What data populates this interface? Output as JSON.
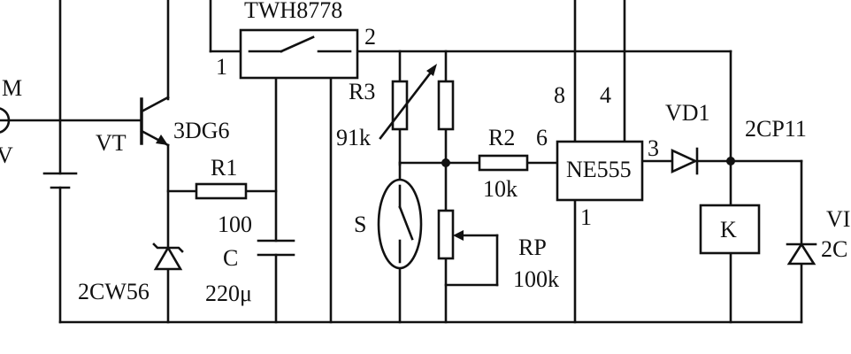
{
  "labels": {
    "twh": "TWH8778",
    "twh_pin1": "1",
    "twh_pin2": "2",
    "m_partial": "M",
    "v_partial": "V",
    "vt": "VT",
    "vt_model": "3DG6",
    "r1": "R1",
    "r1_value": "100",
    "c": "C",
    "c_value": "220μ",
    "zener": "2CW56",
    "r3": "R3",
    "r3_value": "91k",
    "s": "S",
    "r2": "R2",
    "r2_value": "10k",
    "pin8": "8",
    "pin4": "4",
    "pin6": "6",
    "pin3": "3",
    "pin1": "1",
    "ic": "NE555",
    "rp": "RP",
    "rp_value": "100k",
    "vd1": "VD1",
    "diode_model": "2CP11",
    "relay": "K",
    "right_partial_top": "VI",
    "right_partial_bottom": "2C"
  }
}
